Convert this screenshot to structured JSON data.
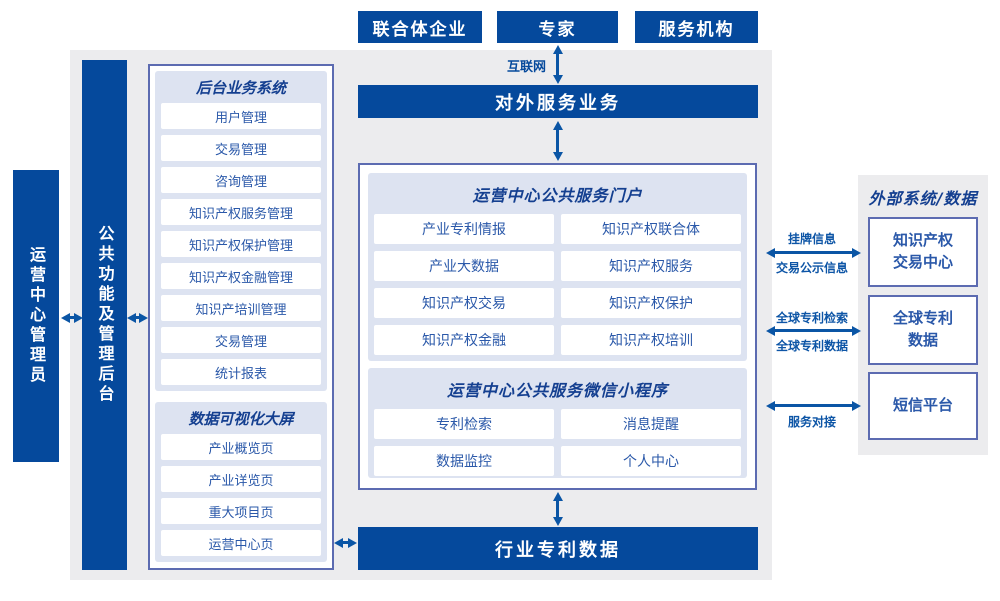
{
  "colors": {
    "primary_blue": "#05499c",
    "arrow_blue": "#0a55a5",
    "panel_gray": "#ececee",
    "section_lavender": "#dde3f1",
    "box_border": "#5c6bb1",
    "item_text": "#2a58a9",
    "title_text": "#143f90"
  },
  "actors": {
    "consortium": "联合体企业",
    "experts": "专家",
    "service_orgs": "服务机构"
  },
  "internet": "互联网",
  "bars": {
    "external_service": "对外服务业务",
    "industry_patent_data": "行业专利数据",
    "admin": "运营中心管理员",
    "backend_mgmt": "公共功能及管理后台"
  },
  "left_panel": {
    "backend_system": {
      "title": "后台业务系统",
      "items": [
        "用户管理",
        "交易管理",
        "咨询管理",
        "知识产权服务管理",
        "知识产权保护管理",
        "知识产权金融管理",
        "知识产培训管理",
        "交易管理",
        "统计报表"
      ]
    },
    "visualization": {
      "title": "数据可视化大屏",
      "items": [
        "产业概览页",
        "产业详览页",
        "重大项目页",
        "运营中心页"
      ]
    }
  },
  "center_panel": {
    "portal": {
      "title": "运营中心公共服务门户",
      "items": [
        "产业专利情报",
        "知识产权联合体",
        "产业大数据",
        "知识产权服务",
        "知识产权交易",
        "知识产权保护",
        "知识产权金融",
        "知识产权培训"
      ]
    },
    "miniprogram": {
      "title": "运营中心公共服务微信小程序",
      "items": [
        "专利检索",
        "消息提醒",
        "数据监控",
        "个人中心"
      ]
    }
  },
  "right_panel": {
    "title": "外部系统/数据",
    "systems": [
      "知识产权\n交易中心",
      "全球专利\n数据",
      "短信平台"
    ]
  },
  "connection_labels": {
    "listing_info": "挂牌信息",
    "trade_publicity": "交易公示信息",
    "global_patent_search": "全球专利检索",
    "global_patent_data": "全球专利数据",
    "service_docking": "服务对接"
  }
}
